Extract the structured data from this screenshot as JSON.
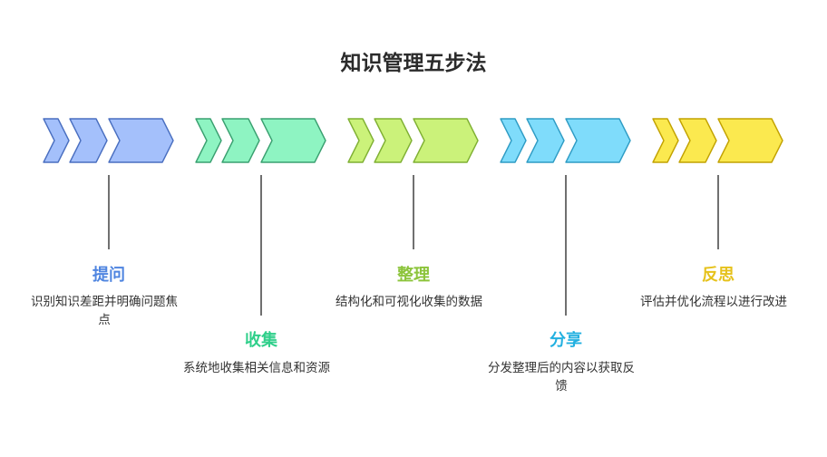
{
  "title": "知识管理五步法",
  "steps": [
    {
      "label": "提问",
      "description": "识别知识差距并明确问题焦点",
      "fill": "#a4c0fb",
      "stroke": "#4a6fc0",
      "text_color": "#4f85e0",
      "icon": "triple-chevron-arrow-icon"
    },
    {
      "label": "收集",
      "description": "系统地收集相关信息和资源",
      "fill": "#8ef4c2",
      "stroke": "#3aa070",
      "text_color": "#2fcf8a",
      "icon": "triple-chevron-arrow-icon"
    },
    {
      "label": "整理",
      "description": "结构化和可视化收集的数据",
      "fill": "#cbf27a",
      "stroke": "#7fb033",
      "text_color": "#8cc43b",
      "icon": "triple-chevron-arrow-icon"
    },
    {
      "label": "分享",
      "description": "分发整理后的内容以获取反馈",
      "fill": "#7fdcfb",
      "stroke": "#2f9cc4",
      "text_color": "#22b0e0",
      "icon": "triple-chevron-arrow-icon"
    },
    {
      "label": "反思",
      "description": "评估并优化流程以进行改进",
      "fill": "#fbe94f",
      "stroke": "#c2a200",
      "text_color": "#e6c21c",
      "icon": "triple-chevron-arrow-icon"
    }
  ]
}
